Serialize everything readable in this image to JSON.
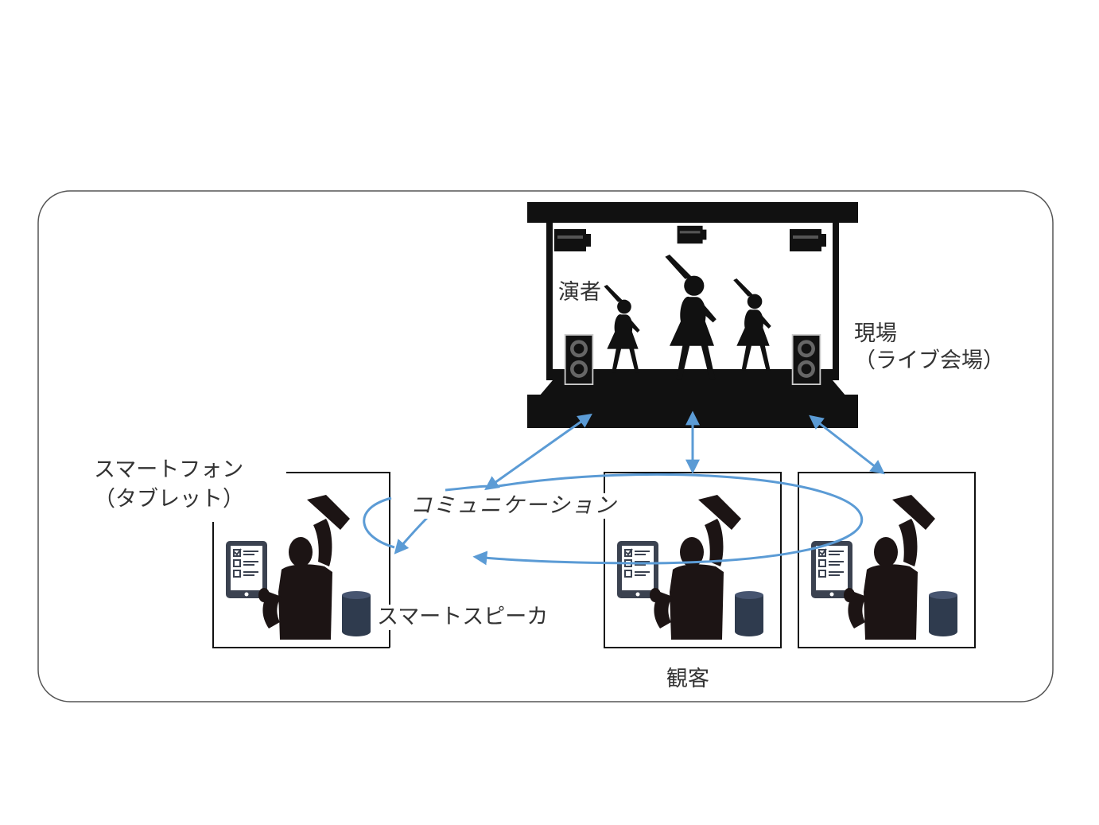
{
  "labels": {
    "performer": "演者",
    "venue_line1": "現場",
    "venue_line2": "（ライブ会場）",
    "smartphone_line1": "スマートフォン",
    "smartphone_line2": "（タブレット）",
    "communication": "コミュニケーション",
    "smart_speaker": "スマートスピーカ",
    "audience": "観客"
  },
  "colors": {
    "arrow": "#5b9bd5",
    "silhouette": "#1c1414",
    "speaker_cylinder": "#2f3b4e",
    "frame": "#555555"
  },
  "icons": [
    "stage-icon",
    "spotlight-icon",
    "loudspeaker-icon",
    "dancer-icon",
    "fan-silhouette-icon",
    "tablet-icon",
    "smart-speaker-icon"
  ]
}
